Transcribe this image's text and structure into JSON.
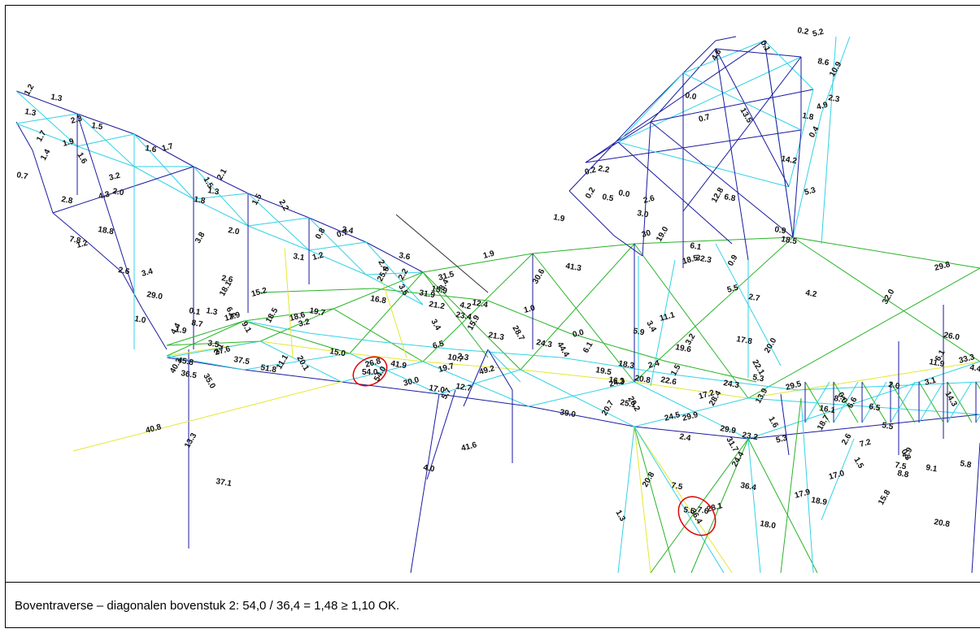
{
  "caption": "Boventraverse – diagonalen bovenstuk 2: 54,0 / 36,4 = 1,48 ≥ 1,10 OK.",
  "colors": {
    "blue": "#1a1aa0",
    "cyan": "#32d2e6",
    "green": "#28b428",
    "yellow": "#e6e632",
    "highlight": "#e00000"
  },
  "highlighted_values": [
    "54.0",
    "36.4"
  ],
  "member_labels": [
    "1.2",
    "1.3",
    "1.3",
    "2.3",
    "1.5",
    "1.7",
    "1.9",
    "1.6",
    "1.6",
    "1.7",
    "1.4",
    "0.7",
    "3.2",
    "2.0",
    "1.5",
    "2.1",
    "1.3",
    "2.8",
    "4.3",
    "1.8",
    "1.5",
    "2.2",
    "2.0",
    "3.4",
    "0.7",
    "0.8",
    "3.1",
    "1.2",
    "2.4",
    "3.6",
    "2.2",
    "18.8",
    "7.8",
    "1.2",
    "2.6",
    "3.8",
    "3.4",
    "29.0",
    "2.6",
    "15.2",
    "18.1",
    "1.3",
    "6.6",
    "0.1",
    "8.7",
    "4.4",
    "1.0",
    "1.9",
    "12.9",
    "9.1",
    "18.5",
    "3.2",
    "19.7",
    "16.8",
    "18.6",
    "25.6",
    "3.5",
    "31.5",
    "31.9",
    "15.9",
    "8.4",
    "21.2",
    "23.4",
    "3.4",
    "4.2",
    "30.6",
    "1.9",
    "41.3",
    "12.4",
    "1.0",
    "3.1",
    "3.5",
    "27.6",
    "37.5",
    "51.8",
    "11.1",
    "15.0",
    "20.1",
    "26.8",
    "41.9",
    "54.0",
    "30.0",
    "17.0",
    "36.5",
    "35.0",
    "40.3",
    "45.8",
    "6.5",
    "10.7",
    "2.3",
    "15.9",
    "28.7",
    "21.3",
    "19.7",
    "12.7",
    "5.7",
    "49.2",
    "24.3",
    "44.4",
    "0.0",
    "6.1",
    "18.3",
    "2.4",
    "20.8",
    "22.6",
    "1.5",
    "16.3",
    "19.5",
    "24.3",
    "25.1",
    "20.7",
    "24.5",
    "20.2",
    "39.0",
    "40.8",
    "13.3",
    "37.1",
    "41.6",
    "4.0",
    "1.3",
    "20.8",
    "7.5",
    "2.4",
    "29.9",
    "29.9",
    "28.4",
    "31.7",
    "23.2",
    "24.3",
    "17.2",
    "13.9",
    "5.3",
    "29.5",
    "1.6",
    "16.1",
    "18.7",
    "5.5",
    "7.6",
    "28.1",
    "36.4",
    "24.4",
    "17.9",
    "18.0",
    "18.9",
    "17.0",
    "15.8",
    "20.8",
    "0.0",
    "8.7",
    "6.5",
    "6.6",
    "2.0",
    "11.9",
    "3.1",
    "14.3",
    "6.1",
    "33.3",
    "4.4",
    "5.5",
    "5.3",
    "2.6",
    "1.5",
    "7.2",
    "7.5",
    "8.8",
    "3.9",
    "9.1",
    "5.8",
    "0.3",
    "26.0",
    "32.0",
    "29.8",
    "0.9",
    "18.5",
    "18.5",
    "0.9",
    "32.3",
    "30",
    "6.1",
    "1.9",
    "19.0",
    "5.9",
    "3.4",
    "11.1",
    "19.6",
    "3.2",
    "5.5",
    "2.7",
    "17.8",
    "22.1",
    "20.0",
    "4.2",
    "5.3",
    "14.2",
    "1.8",
    "0.4",
    "0.1",
    "0.2",
    "5.2",
    "8.6",
    "10.9",
    "4.9",
    "2.3",
    "13.5",
    "0.7",
    "4.6",
    "0.0",
    "0.2",
    "2.2",
    "0.5",
    "0.2",
    "0.0",
    "3.0",
    "2.6",
    "6.8",
    "12.8"
  ]
}
